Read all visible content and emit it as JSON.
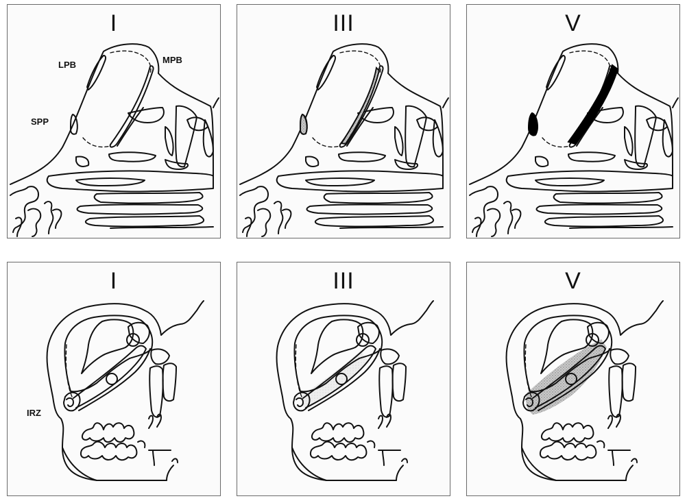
{
  "rows": {
    "top": {
      "panels": [
        {
          "stage": "I",
          "fill": "none"
        },
        {
          "stage": "III",
          "fill": "stipple"
        },
        {
          "stage": "V",
          "fill": "solid"
        }
      ],
      "labels": {
        "lpb": "LPB",
        "mpb": "MPB",
        "spp": "SPP"
      }
    },
    "bottom": {
      "panels": [
        {
          "stage": "I",
          "fill": "none"
        },
        {
          "stage": "III",
          "fill": "light-stipple"
        },
        {
          "stage": "V",
          "fill": "stipple"
        }
      ],
      "labels": {
        "irz": "IRZ"
      }
    }
  },
  "colors": {
    "stroke": "#111111",
    "stipple": "#b8b8b8",
    "solid": "#000000",
    "panel_bg": "#fbfbfb"
  }
}
